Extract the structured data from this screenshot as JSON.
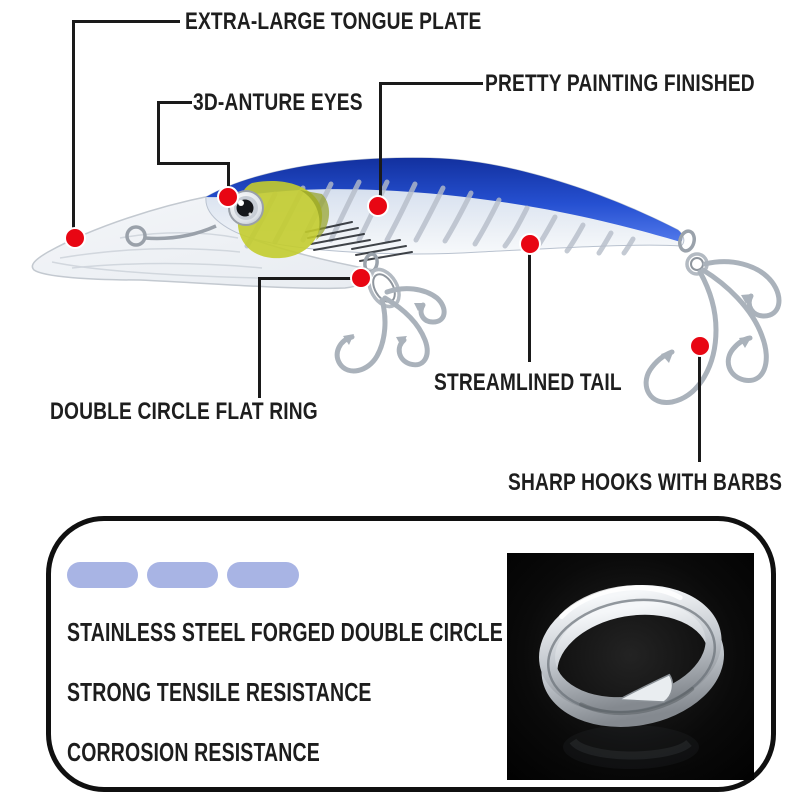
{
  "callouts": [
    {
      "id": "tongue-plate",
      "label": "EXTRA-LARGE TONGUE PLATE"
    },
    {
      "id": "painting",
      "label": "PRETTY PAINTING FINISHED"
    },
    {
      "id": "eyes",
      "label": "3D-ANTURE EYES"
    },
    {
      "id": "flat-ring",
      "label": "DOUBLE CIRCLE FLAT RING"
    },
    {
      "id": "tail",
      "label": "STREAMLINED TAIL"
    },
    {
      "id": "hooks",
      "label": "SHARP HOOKS WITH BARBS"
    }
  ],
  "feature_panel": {
    "features": [
      "STAINLESS STEEL FORGED DOUBLE CIRCLE",
      "STRONG TENSILE RESISTANCE",
      "CORROSION RESISTANCE"
    ],
    "pill_count": 3,
    "image": "stainless-split-ring-photo"
  },
  "colors": {
    "accent_red": "#e80613",
    "callout_line": "#1a1a1a",
    "pill_blue": "#a8b4e4",
    "lure_blue": "#1e4ad0",
    "panel_border": "#101010",
    "background": "#ffffff"
  }
}
